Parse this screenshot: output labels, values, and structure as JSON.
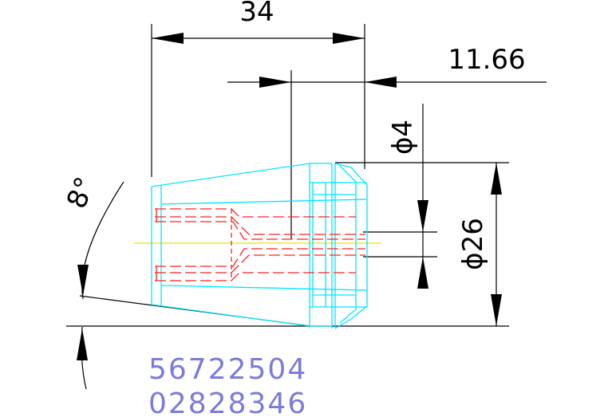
{
  "dimensions": {
    "length": "34",
    "offset": "11.66",
    "bore_diameter": "ϕ4",
    "outer_diameter": "ϕ26",
    "taper_angle": "8°"
  },
  "part_numbers": [
    "56722504",
    "02828346"
  ],
  "colors": {
    "outline": "#00e5ff",
    "hidden": "#ff2020",
    "centerline": "#e6e600",
    "dimension": "#000000",
    "part_number_text": "#7b7bd9"
  }
}
